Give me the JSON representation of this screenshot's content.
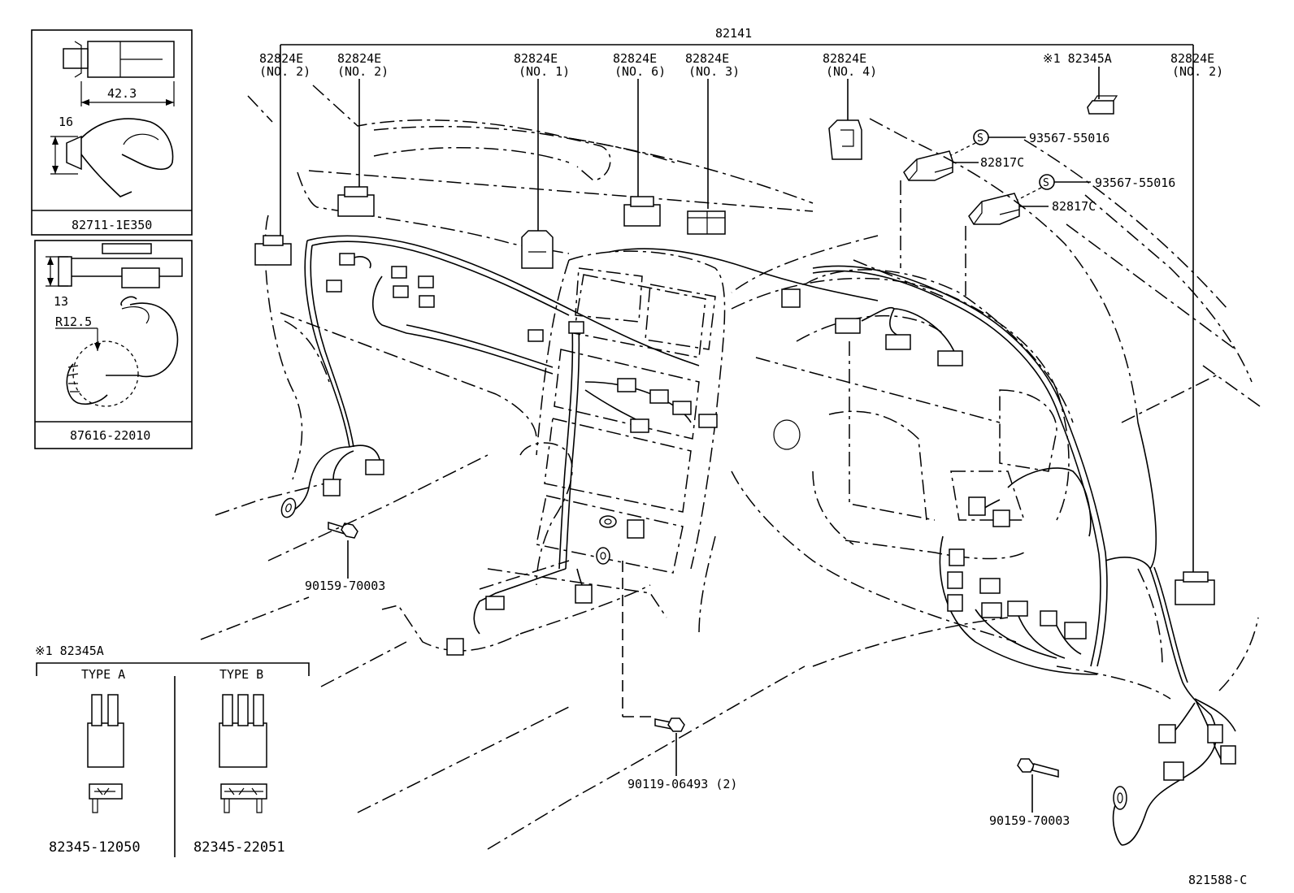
{
  "labels": {
    "assembly": "82141",
    "cn_a": "82824E",
    "cn_a_sub": "(NO. 2)",
    "cn_b": "82824E",
    "cn_b_sub": "(NO. 2)",
    "cn_c": "82824E",
    "cn_c_sub": "(NO. 1)",
    "cn_d": "82824E",
    "cn_d_sub": "(NO. 6)",
    "cn_e": "82824E",
    "cn_e_sub": "(NO. 3)",
    "cn_f": "82824E",
    "cn_f_sub": "(NO. 4)",
    "relay_top": "※1 82345A",
    "cn_g": "82824E",
    "cn_g_sub": "(NO. 2)",
    "screw_s1": "93567-55016",
    "screw_s2": "93567-55016",
    "s_mark": "S",
    "bracket_1": "82817C",
    "bracket_2": "82817C",
    "bolt_left": "90159-70003",
    "bolt_center": "90119-06493 (2)",
    "bolt_right": "90159-70003",
    "drawing_no": "821588-C"
  },
  "inset_clamp_1": {
    "dimension_length": "42.3",
    "dimension_height": "16",
    "part_no": "82711-1E350"
  },
  "inset_clamp_2": {
    "dimension_height": "13",
    "dimension_radius": "R12.5",
    "part_no": "87616-22010"
  },
  "legend": {
    "title": "※1 82345A",
    "type_a_label": "TYPE A",
    "type_b_label": "TYPE B",
    "type_a_part": "82345-12050",
    "type_b_part": "82345-22051"
  }
}
